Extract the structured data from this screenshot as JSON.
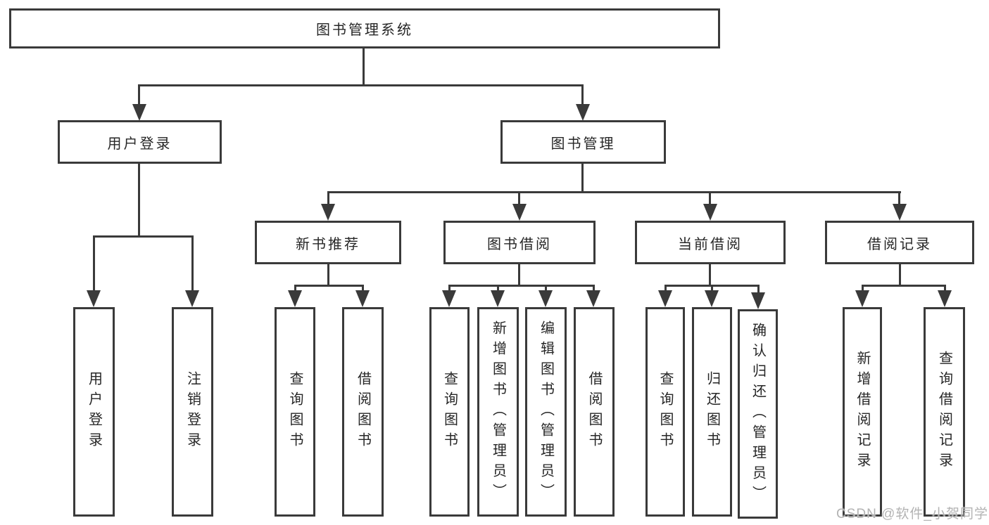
{
  "diagram": {
    "root": {
      "label": "图书管理系统"
    },
    "branches": {
      "user_login": {
        "label": "用户登录",
        "children": {
          "login": {
            "label": "用户登录"
          },
          "logout": {
            "label": "注销登录"
          }
        }
      },
      "book_mgmt": {
        "label": "图书管理",
        "children": {
          "new_book_rec": {
            "label": "新书推荐",
            "children": {
              "query_book": {
                "label": "查询图书"
              },
              "borrow_book": {
                "label": "借阅图书"
              }
            }
          },
          "book_borrow": {
            "label": "图书借阅",
            "children": {
              "query_book": {
                "label": "查询图书"
              },
              "add_book": {
                "label": "新增图书（管理员）"
              },
              "edit_book": {
                "label": "编辑图书（管理员）"
              },
              "borrow_book": {
                "label": "借阅图书"
              }
            }
          },
          "current_borrow": {
            "label": "当前借阅",
            "children": {
              "query_book": {
                "label": "查询图书"
              },
              "return_book": {
                "label": "归还图书"
              },
              "confirm_return": {
                "label": "确认归还（管理员）"
              }
            }
          },
          "borrow_record": {
            "label": "借阅记录",
            "children": {
              "add_record": {
                "label": "新增借阅记录"
              },
              "query_record": {
                "label": "查询借阅记录"
              }
            }
          }
        }
      }
    }
  },
  "watermark": {
    "text": "CSDN @软件_小贺同学"
  },
  "colors": {
    "line": "#3a3a3a",
    "text": "#262626",
    "watermark": "#b3b3b3",
    "background": "#ffffff"
  }
}
